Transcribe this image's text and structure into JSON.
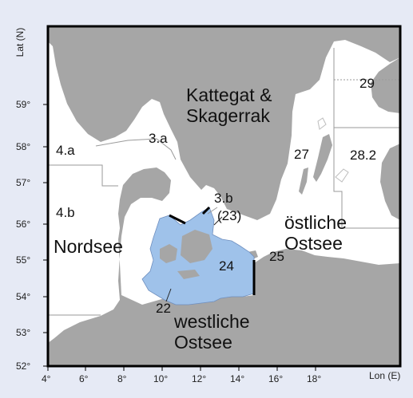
{
  "map": {
    "colors": {
      "background": "#e6eaf5",
      "land": "#a6a6a6",
      "water": "#ffffff",
      "highlight_region": "#9fc2ea",
      "frame": "#000000",
      "boundary_line": "#9a9a9a",
      "bold_boundary": "#000000"
    },
    "axes": {
      "y_title": "Lat (N)",
      "x_title": "Lon (E)",
      "y_ticks": [
        "59°",
        "58°",
        "57°",
        "56°",
        "55°",
        "54°",
        "53°",
        "52°"
      ],
      "x_ticks": [
        "4°",
        "6°",
        "8°",
        "10°",
        "12°",
        "14°",
        "16°",
        "18°"
      ]
    },
    "area_labels": {
      "a4a": "4.a",
      "a4b": "4.b",
      "a3a": "3.a",
      "a3b": "3.b",
      "a3b_sub": "(23)",
      "a22": "22",
      "a24": "24",
      "a25": "25",
      "a27": "27",
      "a28_2": "28.2",
      "a29": "29"
    },
    "sea_names": {
      "kattegat_line1": "Kattegat &",
      "kattegat_line2": "Skagerrak",
      "nordsee": "Nordsee",
      "oestliche_line1": "östliche",
      "oestliche_line2": "Ostsee",
      "westliche_line1": "westliche",
      "westliche_line2": "Ostsee"
    }
  }
}
